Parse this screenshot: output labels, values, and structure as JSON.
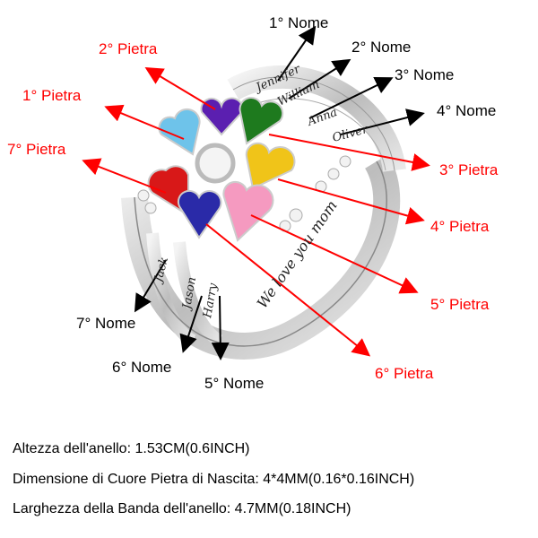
{
  "name_labels": [
    "1° Nome",
    "2° Nome",
    "3° Nome",
    "4° Nome",
    "5° Nome",
    "6° Nome",
    "7° Nome"
  ],
  "stone_labels": [
    "1° Pietra",
    "2° Pietra",
    "3° Pietra",
    "4° Pietra",
    "5° Pietra",
    "6° Pietra",
    "7° Pietra"
  ],
  "engravings": [
    "Jennifer",
    "William",
    "Anna",
    "Oliver",
    "Harry",
    "Jason",
    "Jack",
    "We love you mom"
  ],
  "specs": [
    "Altezza dell'anello: 1.53CM(0.6INCH)",
    "Dimensione di Cuore Pietra di Nascita: 4*4MM(0.16*0.16INCH)",
    "Larghezza della Banda dell'anello: 4.7MM(0.18INCH)"
  ],
  "colors": {
    "stone_label": "#ff0000",
    "name_label": "#000000",
    "stone1": "#6ec3ea",
    "stone2": "#5b1fb0",
    "stone3": "#1e7a1e",
    "stone4": "#f0c419",
    "stone5": "#f59ac0",
    "stone6": "#2a2aa8",
    "stone7": "#d81818"
  }
}
